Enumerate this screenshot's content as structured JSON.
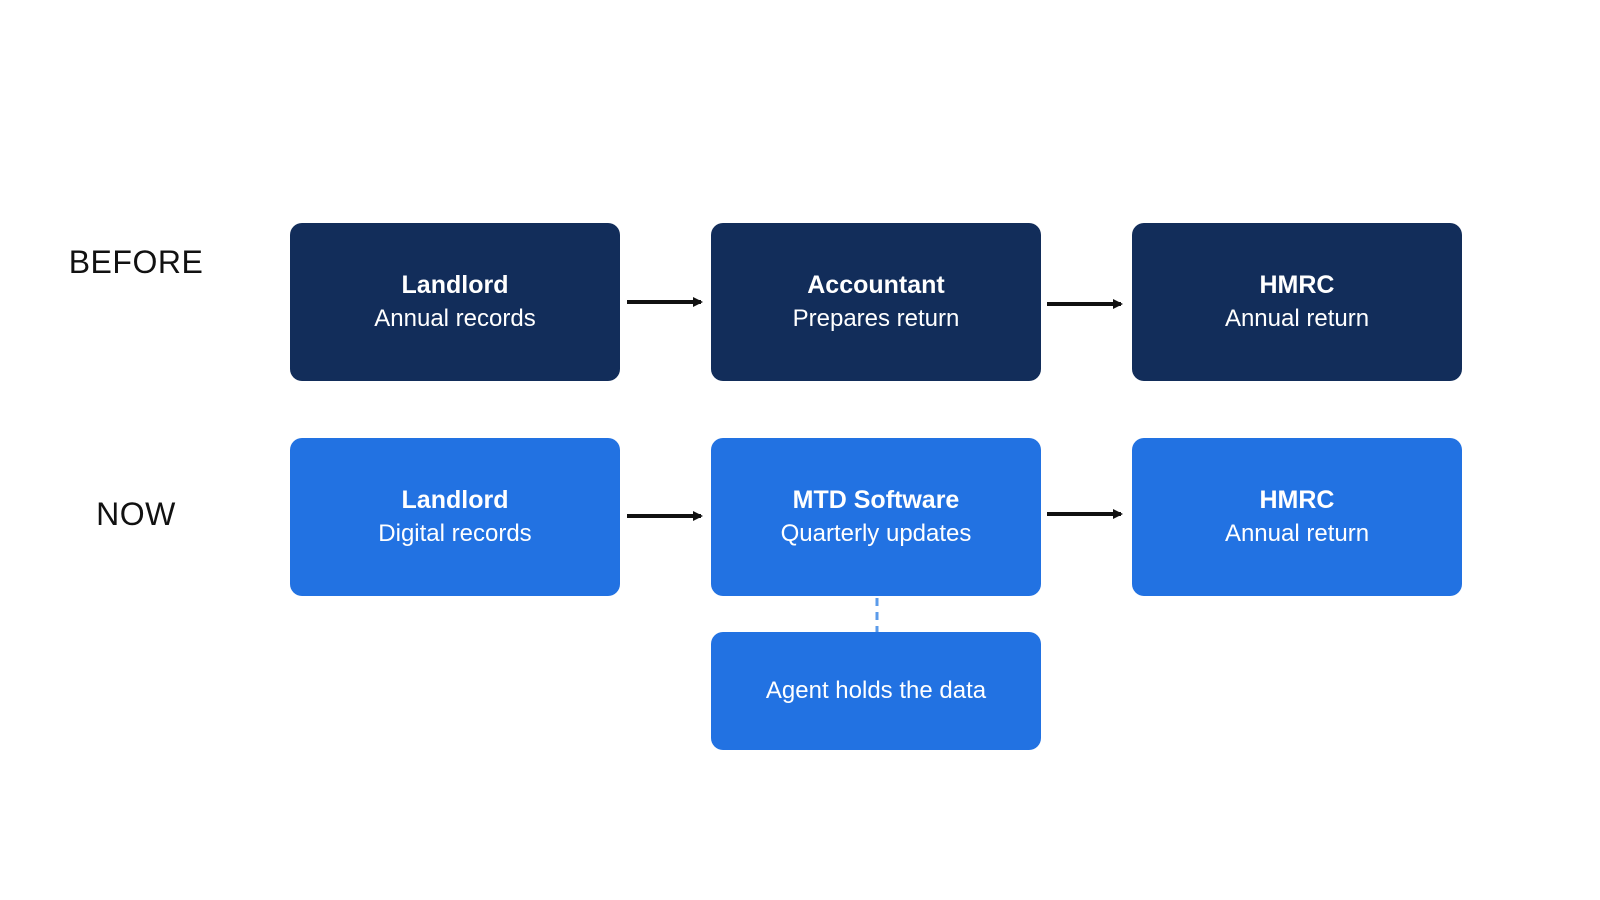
{
  "rows": {
    "before": {
      "label": "BEFORE",
      "boxes": [
        {
          "title": "Landlord",
          "subtitle": "Annual records"
        },
        {
          "title": "Accountant",
          "subtitle": "Prepares return"
        },
        {
          "title": "HMRC",
          "subtitle": "Annual return"
        }
      ]
    },
    "now": {
      "label": "NOW",
      "boxes": [
        {
          "title": "Landlord",
          "subtitle": "Digital records"
        },
        {
          "title": "MTD Software",
          "subtitle": "Quarterly updates"
        },
        {
          "title": "HMRC",
          "subtitle": "Annual return"
        }
      ],
      "agent_box": {
        "text": "Agent holds the data"
      }
    }
  },
  "colors": {
    "before_box": "#122d5a",
    "now_box": "#2272e2",
    "arrow": "#111111",
    "dashed_connector": "#5b9bea"
  }
}
